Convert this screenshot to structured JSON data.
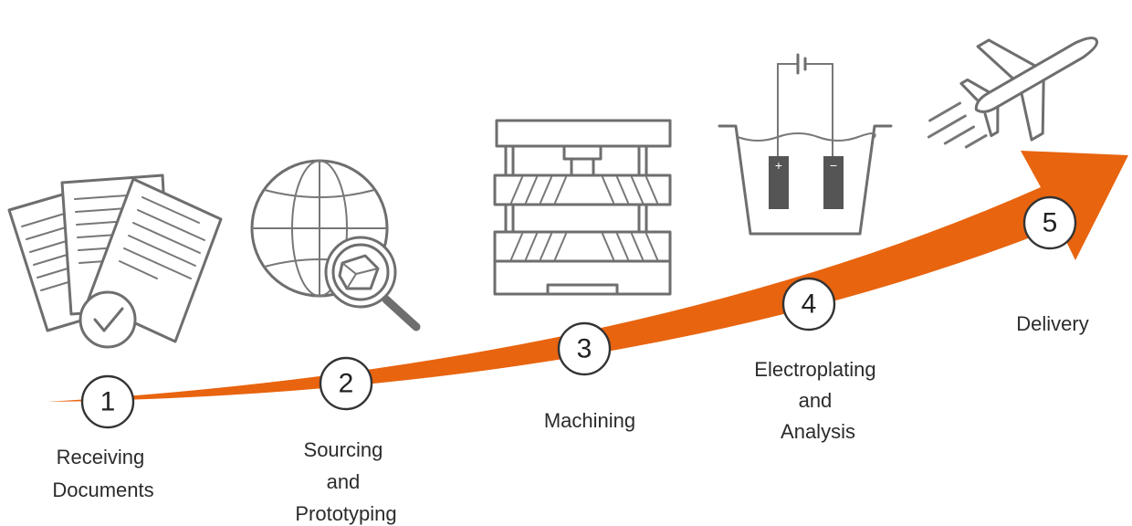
{
  "colors": {
    "arrow": "#E8640F",
    "icon": "#6E6E6E",
    "text": "#2B2B2B"
  },
  "steps": [
    {
      "number": "1",
      "label_lines": [
        "Receiving",
        "Documents"
      ],
      "icon": "documents-check-icon"
    },
    {
      "number": "2",
      "label_lines": [
        "Sourcing",
        "and",
        "Prototyping"
      ],
      "icon": "globe-magnifier-icon"
    },
    {
      "number": "3",
      "label_lines": [
        "Machining"
      ],
      "icon": "press-machine-icon"
    },
    {
      "number": "4",
      "label_lines": [
        "Electroplating",
        "and",
        "Analysis"
      ],
      "icon": "electroplating-bath-icon"
    },
    {
      "number": "5",
      "label_lines": [
        "Delivery"
      ],
      "icon": "airplane-icon"
    }
  ]
}
